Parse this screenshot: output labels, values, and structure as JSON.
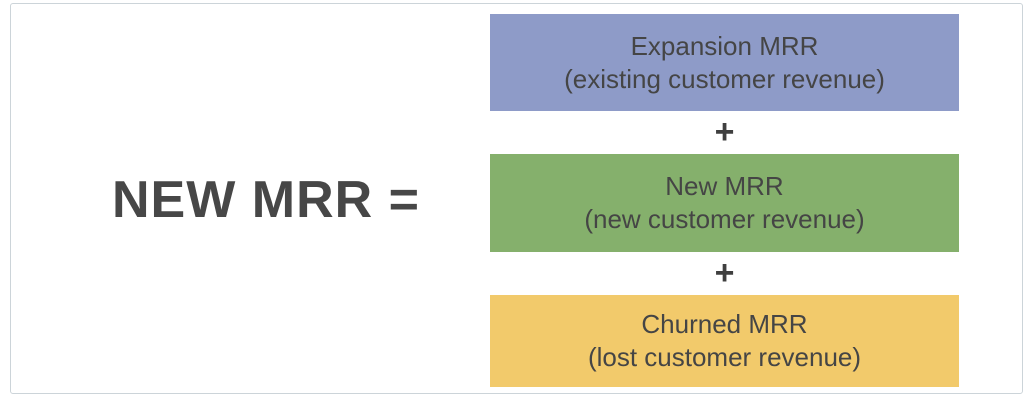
{
  "equation": {
    "lhs": "NEW MRR =",
    "operator": "+",
    "terms": [
      {
        "label": "Expansion MRR",
        "sublabel": "(existing customer revenue)",
        "color": "#8e9bc8"
      },
      {
        "label": "New MRR",
        "sublabel": "(new customer revenue)",
        "color": "#85b06c"
      },
      {
        "label": "Churned MRR",
        "sublabel": "(lost customer revenue)",
        "color": "#f2ca6b"
      }
    ]
  },
  "colors": {
    "heading_text": "#474747",
    "box_text": "#454545",
    "plus_sign": "#3f3f3f",
    "card_border": "#ccd4d9",
    "background": "#ffffff"
  }
}
